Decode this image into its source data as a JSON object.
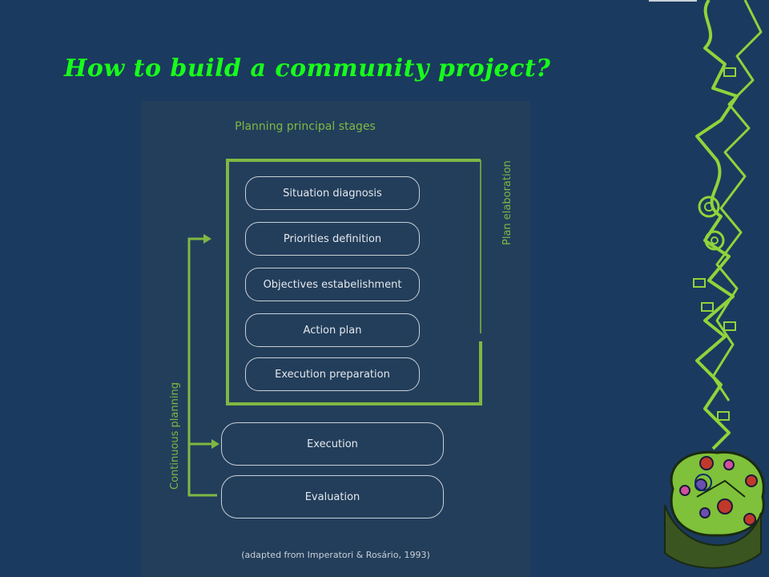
{
  "title": "How to build a community project?",
  "diagram": {
    "heading": "Planning principal stages",
    "plan_label": "Plan elaboration",
    "loop_label": "Continuous planning",
    "plan_steps": [
      "Situation diagnosis",
      "Priorities definition",
      "Objectives estabelishment",
      "Action plan",
      "Execution preparation"
    ],
    "execution": "Execution",
    "evaluation": "Evaluation",
    "source": "(adapted from Imperatori & Rosário, 1993)"
  },
  "colors": {
    "background": "#1b3a5f",
    "panel": "#233e5b",
    "title": "#17ff1a",
    "accent_green": "#7fb843",
    "pill_border": "#c9d0d6"
  }
}
